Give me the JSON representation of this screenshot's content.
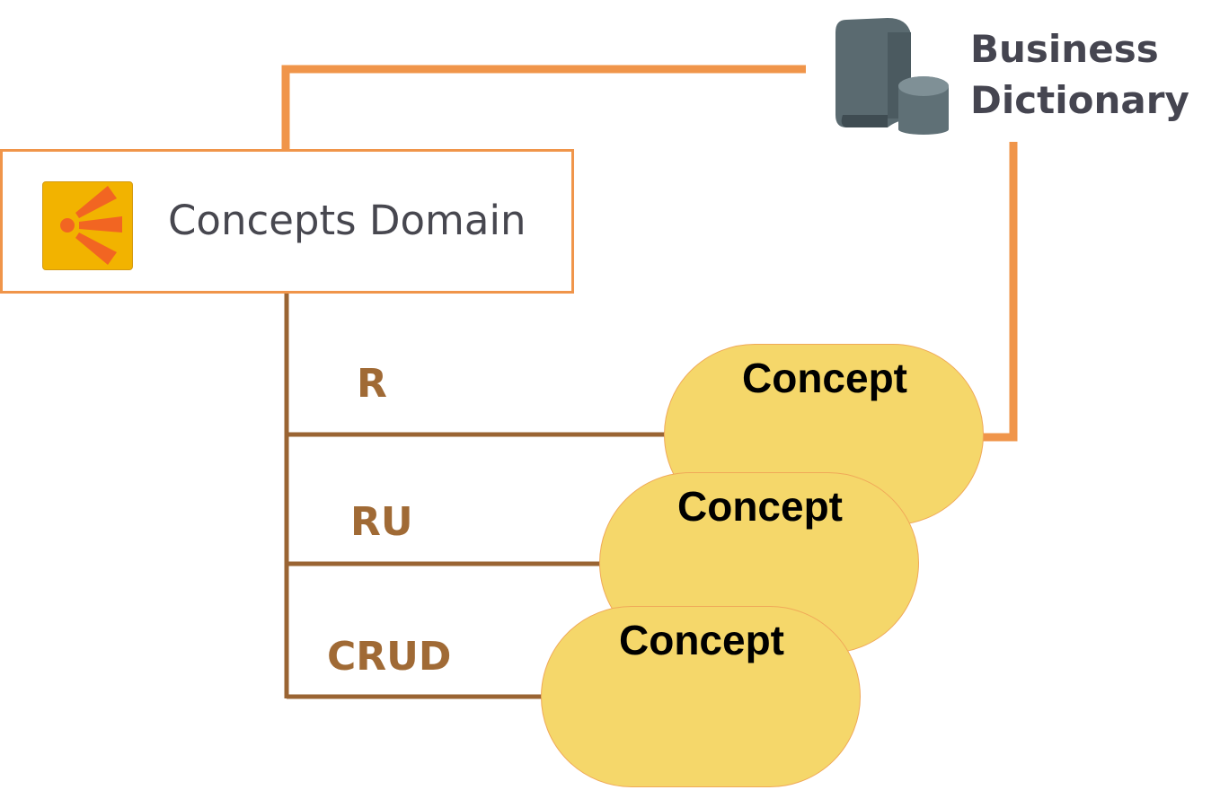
{
  "domain": {
    "label": "Concepts Domain",
    "icon": "concepts-domain-icon"
  },
  "dictionary": {
    "line1": "Business",
    "line2": "Dictionary",
    "icon": "book-database-icon"
  },
  "relations": [
    {
      "access": "R",
      "concept": "Concept"
    },
    {
      "access": "RU",
      "concept": "Concept"
    },
    {
      "access": "CRUD",
      "concept": "Concept"
    }
  ],
  "colors": {
    "domain_border": "#f0954a",
    "dictionary_link": "#f0954a",
    "relation_line": "#9a6433",
    "access_text": "#a06a35",
    "concept_fill": "#f5d76a",
    "concept_border": "#f0a958",
    "icon_fill": "#f2b300",
    "icon_mark": "#f26522"
  }
}
